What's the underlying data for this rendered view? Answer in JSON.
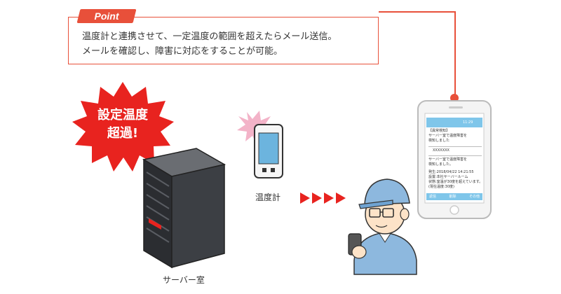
{
  "point": {
    "tag": "Point",
    "line1": "温度計と連携させて、一定温度の範囲を超えたらメール送信。",
    "line2": "メールを確認し、障害に対応をすることが可能。"
  },
  "alert": {
    "line1": "設定温度",
    "line2": "超過!"
  },
  "labels": {
    "thermometer": "温度計",
    "server_room": "サーバー室"
  },
  "phone": {
    "time": "11:29",
    "subject": "【異常検知】",
    "body1": "サーバー室で温度障害を",
    "body2": "検知しました",
    "masked": "XXXXXXX",
    "detail1": "サーバー室で温度障害を",
    "detail2": "検知しました。",
    "info1": "発生:2018/04/22 14:21:55",
    "info2": "設置:本社サーバールーム",
    "info3": "状態:室温が30度を超えています。",
    "info4": "(現在温度:30度)",
    "footer": [
      "返信",
      "削除",
      "その他"
    ]
  },
  "colors": {
    "accent": "#e8503a",
    "alert_red": "#e8231f",
    "screen_blue": "#7fc6ea"
  }
}
